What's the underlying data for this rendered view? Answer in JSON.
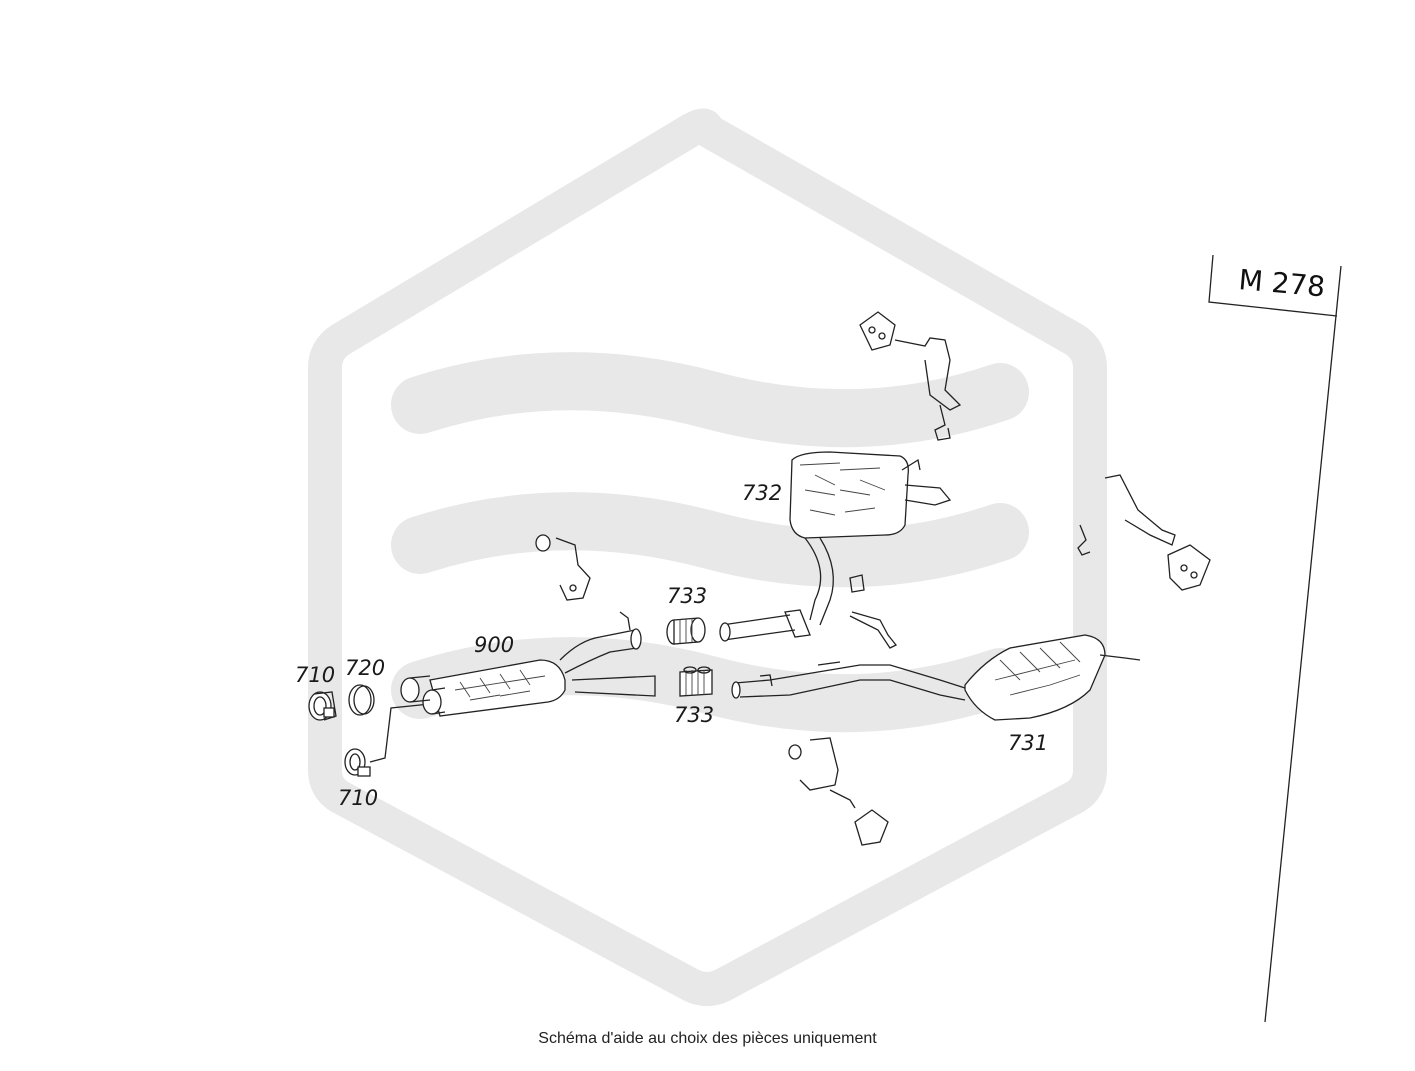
{
  "diagram": {
    "engine_label": "M 278",
    "callouts": {
      "p710_left": "710",
      "p720": "720",
      "p710_bottom": "710",
      "p900": "900",
      "p733_top": "733",
      "p733_bottom": "733",
      "p732": "732",
      "p731": "731"
    },
    "watermark": "logo-watermark"
  },
  "caption": "Schéma d'aide au choix des pièces uniquement"
}
